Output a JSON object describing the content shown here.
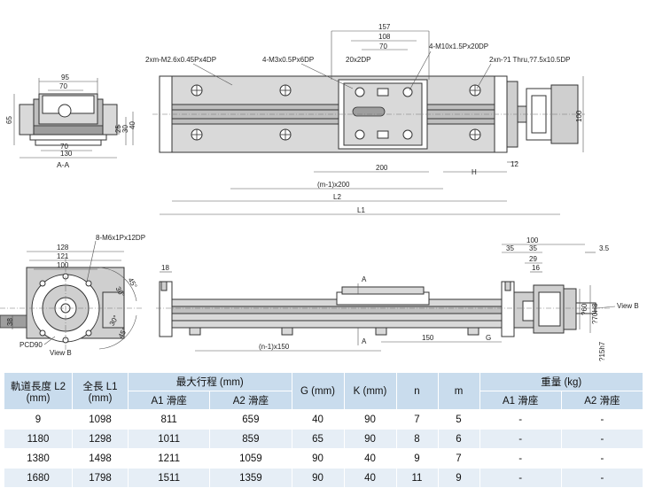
{
  "section_aa": {
    "caption": "A-A",
    "dims": [
      "95",
      "70",
      "65",
      "25",
      "30",
      "40",
      "70",
      "130"
    ]
  },
  "top_view": {
    "callouts": {
      "tap_rail": "2xm-M2.6x0.45Px4DP",
      "tap_m3": "4-M3x0.5Px6DP",
      "pin": "20x2DP",
      "tap_m10": "4-M10x1.5Px20DP",
      "thru": "2xn-?1 Thru,?7.5x10.5DP"
    },
    "dims": {
      "d157": "157",
      "d108": "108",
      "d70": "70",
      "d100": "100",
      "d200": "200",
      "pitch": "(m-1)x200",
      "h": "H",
      "d12": "12",
      "l2": "L2",
      "l1": "L1"
    }
  },
  "end_view": {
    "callout": "8-M6x1Px12DP",
    "dims": [
      "128",
      "121",
      "100",
      "38",
      "45°",
      "30°",
      "30°",
      "45°"
    ],
    "pcd": "PCD90",
    "view_label": "View B"
  },
  "side_view": {
    "dims": {
      "d18": "18",
      "a_top": "A",
      "a_bottom": "A",
      "pitch": "(n-1)x150",
      "d150": "150",
      "g": "G",
      "d100": "100",
      "d35a": "35",
      "d35b": "35",
      "d29": "29",
      "d16": "16",
      "d35": "3.5",
      "phi60": "?60",
      "phi70": "?70H8",
      "phi15": "?15h7"
    },
    "view_label": "View B"
  },
  "table": {
    "headers": {
      "rail_length": "軌道長度 L2",
      "rail_length_unit": "(mm)",
      "total_length": "全長 L1",
      "total_length_unit": "(mm)",
      "max_stroke": "最大行程 (mm)",
      "a1": "A1 滑座",
      "a2": "A2 滑座",
      "g": "G (mm)",
      "k": "K (mm)",
      "n": "n",
      "m": "m",
      "weight": "重量 (kg)",
      "w_a1": "A1 滑座",
      "w_a2": "A2 滑座"
    },
    "rows": [
      [
        "9",
        "1098",
        "811",
        "659",
        "40",
        "90",
        "7",
        "5",
        "-",
        "-"
      ],
      [
        "1180",
        "1298",
        "1011",
        "859",
        "65",
        "90",
        "8",
        "6",
        "-",
        "-"
      ],
      [
        "1380",
        "1498",
        "1211",
        "1059",
        "90",
        "40",
        "9",
        "7",
        "-",
        "-"
      ],
      [
        "1680",
        "1798",
        "1511",
        "1359",
        "90",
        "40",
        "11",
        "9",
        "-",
        "-"
      ]
    ]
  }
}
